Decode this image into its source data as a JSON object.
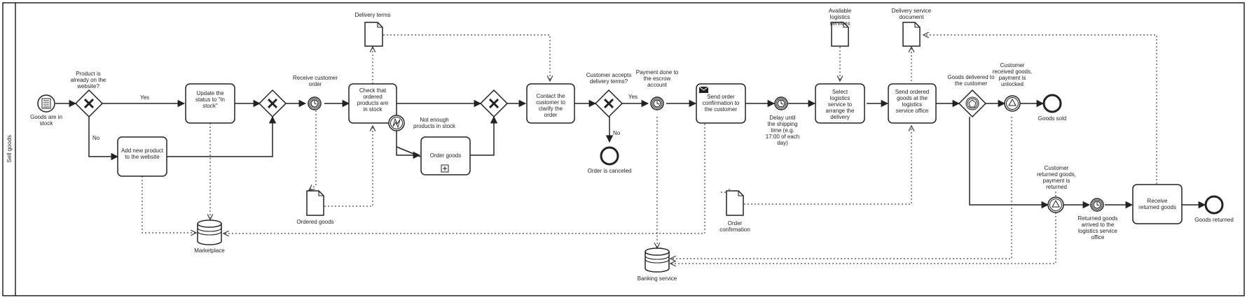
{
  "pool": {
    "lane_label": "Sell goods"
  },
  "events": {
    "start": "Goods are in stock",
    "receive_order": "Receive customer order",
    "payment_done": "Payment done to the escrow account",
    "order_canceled": "Order is canceled",
    "delay": "Delay until the shipping time (e.g. 17:00 of each day)",
    "not_enough": "Not enough products in stock",
    "customer_received": "Customer received goods, payment is unlocked",
    "goods_sold": "Goods sold",
    "customer_returned": "Customer returned goods, payment is returned",
    "returned_arrived": "Returned goods arrived to the logistics service office",
    "goods_returned": "Goods returned"
  },
  "gateways": {
    "on_website": "Product is already on the website?",
    "accepts_terms": "Customer accepts delivery terms?",
    "goods_delivered": "Goods delivered to the customer"
  },
  "tasks": {
    "update_status": "Update the status to \"In stock\"",
    "add_product": "Add new product to the website",
    "check_ordered": "Check that ordered products are in stock",
    "order_goods": "Order goods",
    "contact_customer": "Contact the customer to clarify the order",
    "send_confirmation": "Send order confirmation to the customer",
    "select_logistics": "Select logistics service to arrange the delivery",
    "send_goods": "Send ordered goods at the logistics service office",
    "receive_returned": "Receive returned goods"
  },
  "flow_labels": {
    "yes1": "Yes",
    "no1": "No",
    "yes2": "Yes",
    "no2": "No"
  },
  "data_objects": {
    "delivery_terms": "Delivery terms",
    "ordered_goods": "Ordered goods",
    "order_confirmation": "Order confirmation",
    "available_logistics": "Available logistics services",
    "delivery_document": "Delivery service document"
  },
  "data_stores": {
    "marketplace": "Marketplace",
    "banking": "Banking service"
  }
}
